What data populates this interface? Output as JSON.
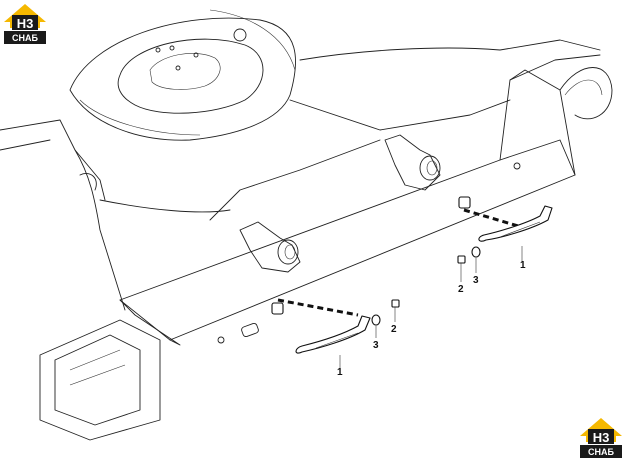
{
  "brand": {
    "logo_mark": "H3",
    "logo_text": "CHAБ",
    "accent_color": "#f5b800",
    "dark_color": "#1a1a1a"
  },
  "callouts": [
    {
      "id": "clip-right",
      "label": "1"
    },
    {
      "id": "clip-left",
      "label": "1"
    },
    {
      "id": "bolt-right",
      "label": "2"
    },
    {
      "id": "bolt-left",
      "label": "2"
    },
    {
      "id": "washer-right",
      "label": "3"
    },
    {
      "id": "washer-left",
      "label": "3"
    }
  ]
}
